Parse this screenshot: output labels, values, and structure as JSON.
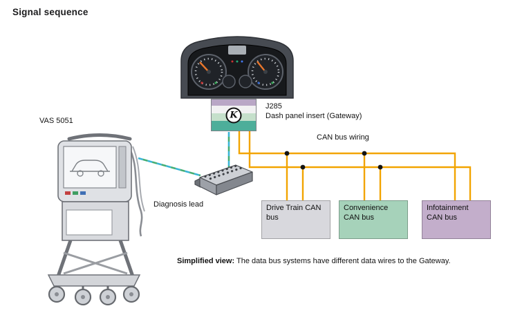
{
  "title": "Signal sequence",
  "colors": {
    "wire_orange": "#f2a400",
    "lead_cyan": "#3ab5d6",
    "lead_green": "#45ae74",
    "box_drivetrain": "#d8d8dd",
    "box_convenience": "#a6d2ba",
    "box_infotainment": "#c3aecb",
    "gw_purple": "#b9a7c6",
    "gw_white": "#f1f1f2",
    "gw_green": "#c5e0cb",
    "gw_teal": "#4dae9a"
  },
  "tester": {
    "label": "VAS 5051"
  },
  "gateway": {
    "code": "J285",
    "name": "Dash panel insert (Gateway)",
    "symbol": "K"
  },
  "wiring": {
    "label": "CAN bus wiring"
  },
  "diagnosis": {
    "label": "Diagnosis lead"
  },
  "can_buses": [
    {
      "label": "Drive Train CAN bus"
    },
    {
      "label": "Convenience CAN bus"
    },
    {
      "label": "Infotainment CAN bus"
    }
  ],
  "caption": {
    "prefix": "Simplified view:",
    "text": "The data bus systems have different data wires to the Gateway."
  }
}
